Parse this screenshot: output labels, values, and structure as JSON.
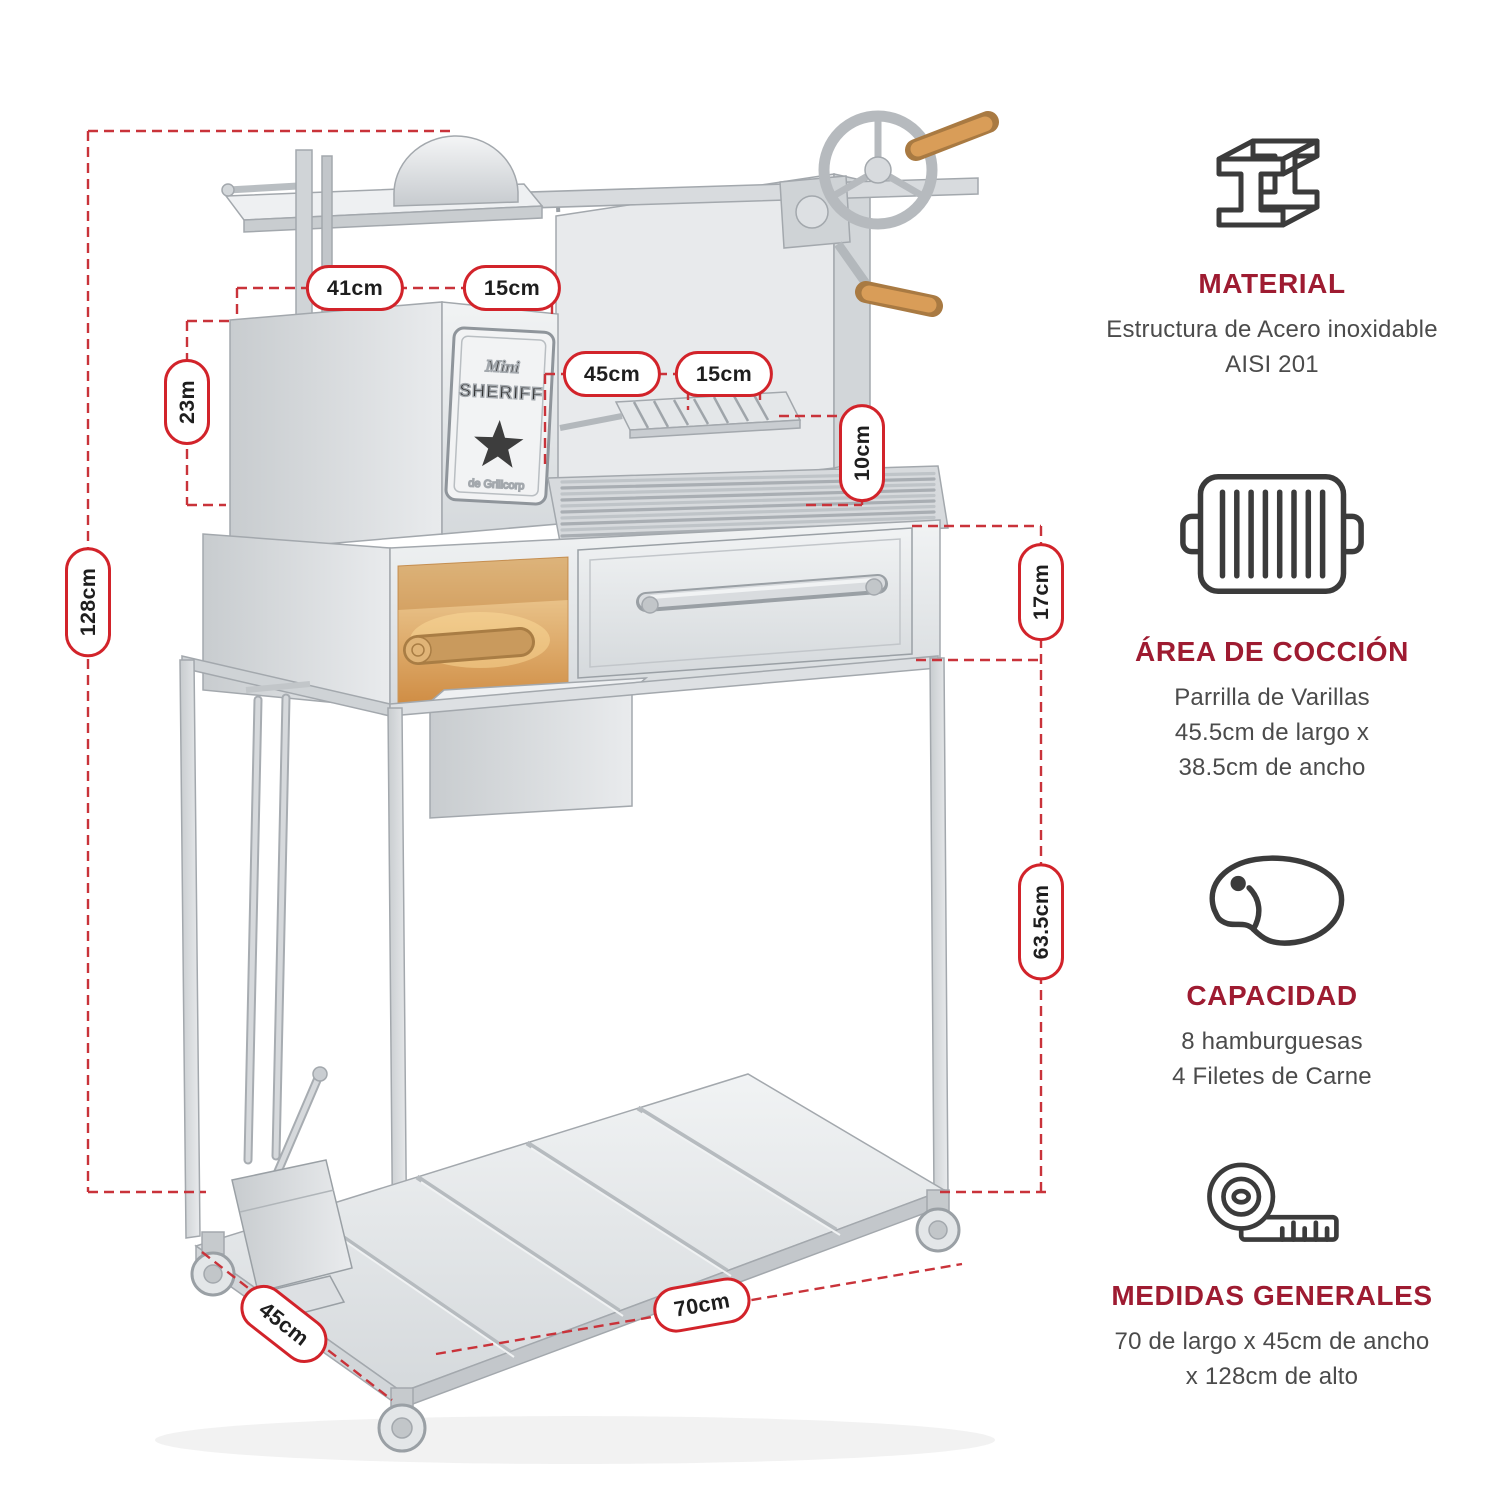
{
  "image": {
    "type": "product-dimensions-infographic",
    "background": "#ffffff"
  },
  "colors": {
    "heading_red": "#9E1B31",
    "pill_border_red": "#D2232A",
    "dimension_line_red": "#C9333A",
    "body_text": "#4B4B4B",
    "icon_stroke": "#3B3B3B",
    "steel_light": "#EFF1F2",
    "steel_dark": "#C6CACD",
    "wood_handle": "#D99D58"
  },
  "product": {
    "brand_line1": "Mini",
    "brand_line2": "SHERIFF",
    "brand_line3": "de Grillcorp"
  },
  "dimensions": {
    "tower_width": "41cm",
    "tower_gap": "15cm",
    "tower_depth": "23m",
    "grate_width": "45cm",
    "grate_gap": "15cm",
    "rack_height": "10cm",
    "firebox_height": "17cm",
    "legs_height": "63.5cm",
    "total_height": "128cm",
    "base_depth": "45cm",
    "base_width": "70cm"
  },
  "specs": [
    {
      "icon": "steel-beam-icon",
      "title": "MATERIAL",
      "lines": [
        "Estructura de Acero inoxidable",
        "AISI 201"
      ]
    },
    {
      "icon": "grill-grate-icon",
      "title": "ÁREA DE COCCIÓN",
      "lines": [
        "Parrilla de Varillas",
        "45.5cm de largo x",
        "38.5cm de ancho"
      ]
    },
    {
      "icon": "steak-icon",
      "title": "CAPACIDAD",
      "lines": [
        "8 hamburguesas",
        "4 Filetes de Carne"
      ]
    },
    {
      "icon": "measuring-tape-icon",
      "title": "MEDIDAS GENERALES",
      "lines": [
        "70 de largo x 45cm de ancho",
        "x 128cm de alto"
      ]
    }
  ]
}
